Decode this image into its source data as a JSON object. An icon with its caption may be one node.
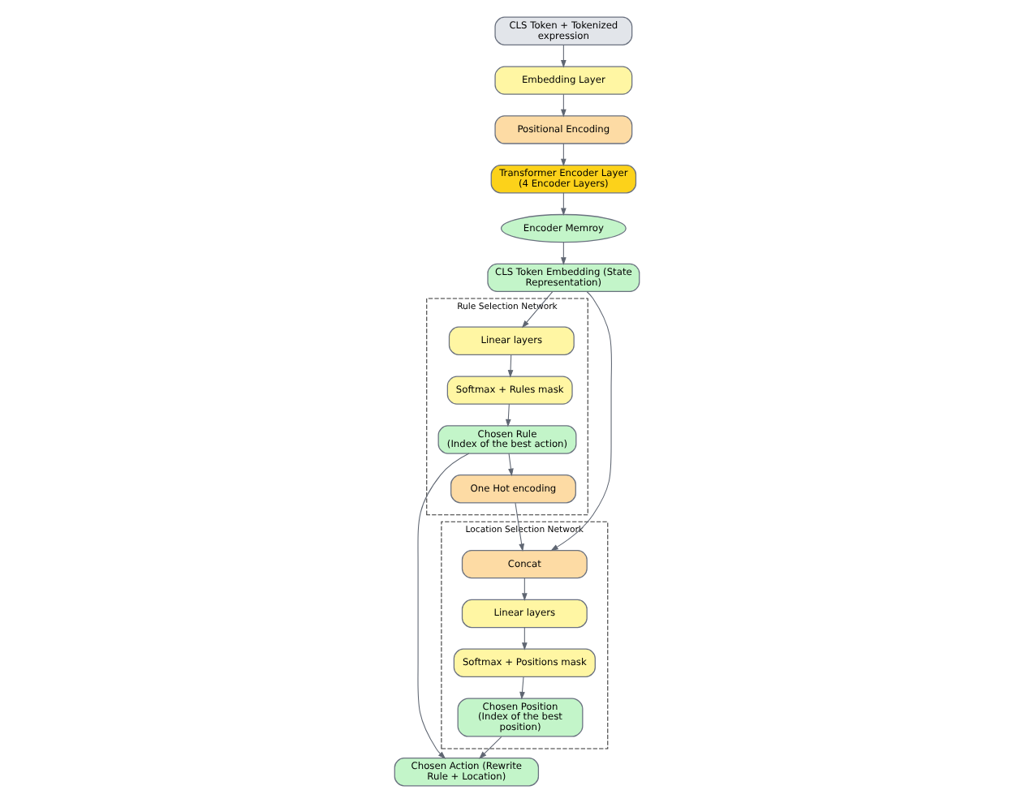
{
  "diagram": {
    "nodes": [
      {
        "text": [
          "CLS Token + Tokenized expression"
        ]
      },
      {
        "text": [
          "Embedding Layer"
        ]
      },
      {
        "text": [
          "Positional Encoding"
        ]
      },
      {
        "text": [
          "Transformer Encoder Layer (4 Encoder Layers)"
        ]
      },
      {
        "text": [
          "Encoder Memroy"
        ]
      },
      {
        "text": [
          "CLS Token Embedding (State Representation)"
        ]
      },
      {
        "text": [
          "Rule Selection Network"
        ]
      },
      {
        "text": [
          "Linear layers"
        ],
        "in": 6
      },
      {
        "text": [
          "Softmax + Rules mask"
        ],
        "in": 6
      },
      {
        "text": [
          "Chosen Rule",
          "(Index of the best action)"
        ],
        "in": 6
      },
      {
        "text": [
          "One Hot encoding"
        ],
        "in": 6
      },
      {
        "text": [
          "Location Selection Network"
        ]
      },
      {
        "text": [
          "Concat"
        ],
        "in": 11
      },
      {
        "text": [
          "Linear layers"
        ],
        "in": 11
      },
      {
        "text": [
          "Softmax + Positions mask"
        ],
        "in": 11
      },
      {
        "text": [
          "Chosen Position",
          "(Index of the best position)"
        ],
        "in": 11
      },
      {
        "text": [
          "Chosen Action (Rewrite Rule + Location)"
        ]
      }
    ],
    "edges": [
      {
        "from": 0,
        "to": 1,
        "arrow": "to"
      },
      {
        "from": 1,
        "to": 2,
        "arrow": "to"
      },
      {
        "from": 2,
        "to": 3,
        "arrow": "to"
      },
      {
        "from": 3,
        "to": 4,
        "arrow": "to"
      },
      {
        "from": 4,
        "to": 5,
        "arrow": "to"
      },
      {
        "from": 5,
        "to": 7,
        "arrow": "to"
      },
      {
        "from": 5,
        "to": 12,
        "arrow": "to"
      },
      {
        "from": 7,
        "to": 8,
        "arrow": "to"
      },
      {
        "from": 8,
        "to": 9,
        "arrow": "to"
      },
      {
        "from": 9,
        "to": 10,
        "arrow": "to"
      },
      {
        "from": 10,
        "to": 12,
        "arrow": "to"
      },
      {
        "from": 12,
        "to": 13,
        "arrow": "to"
      },
      {
        "from": 13,
        "to": 14,
        "arrow": "to"
      },
      {
        "from": 14,
        "to": 15,
        "arrow": "to"
      },
      {
        "from": 9,
        "to": 16,
        "arrow": "to"
      },
      {
        "from": 15,
        "to": 16,
        "arrow": "to"
      }
    ]
  }
}
